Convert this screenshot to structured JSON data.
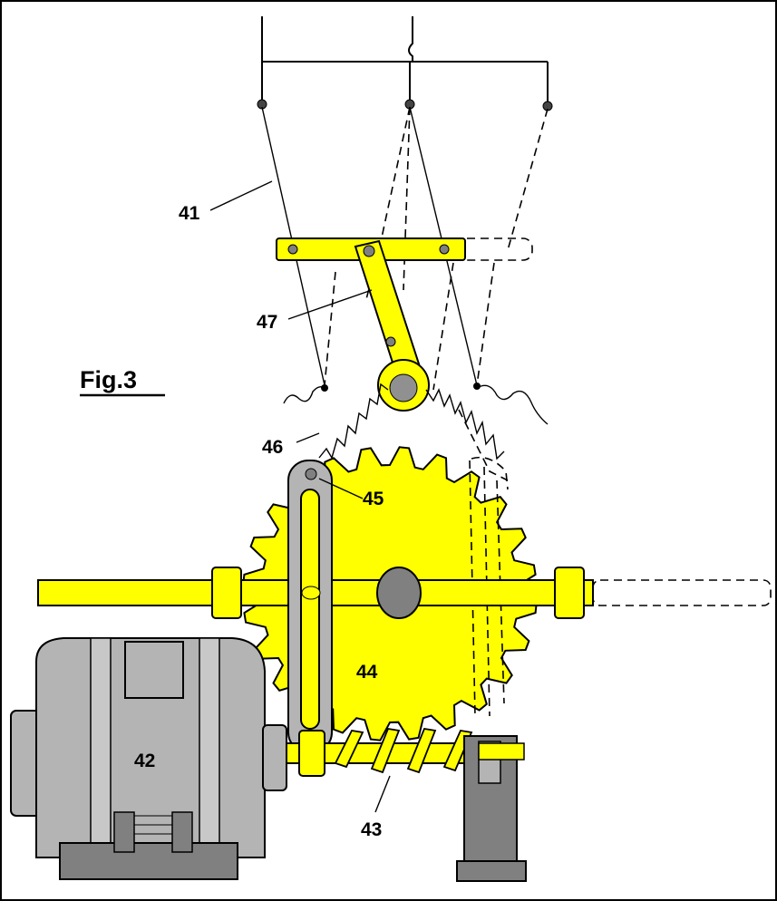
{
  "figure": {
    "title": "Fig.3",
    "labels": {
      "l41": "41",
      "l42": "42",
      "l43": "43",
      "l44": "44",
      "l45": "45",
      "l46": "46",
      "l47": "47"
    },
    "colors": {
      "yellow": "#ffff00",
      "grey": "#b4b4b4",
      "dark_grey": "#808080",
      "ink": "#000000"
    }
  }
}
